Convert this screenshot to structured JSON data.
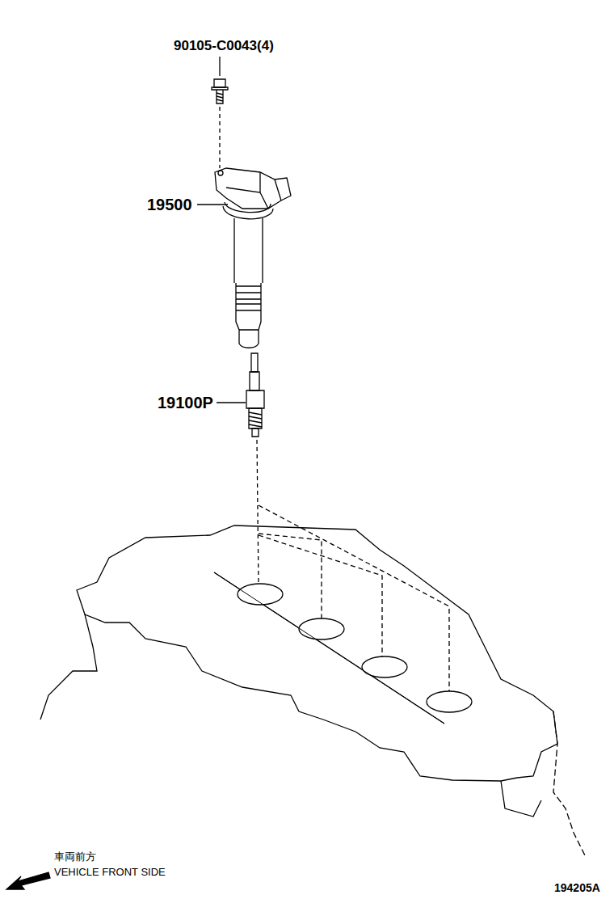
{
  "diagram": {
    "labels": [
      "90105-C0043(4)",
      "19500",
      "19100P",
      "車両前方",
      "VEHICLE FRONT SIDE",
      "194205A"
    ]
  }
}
